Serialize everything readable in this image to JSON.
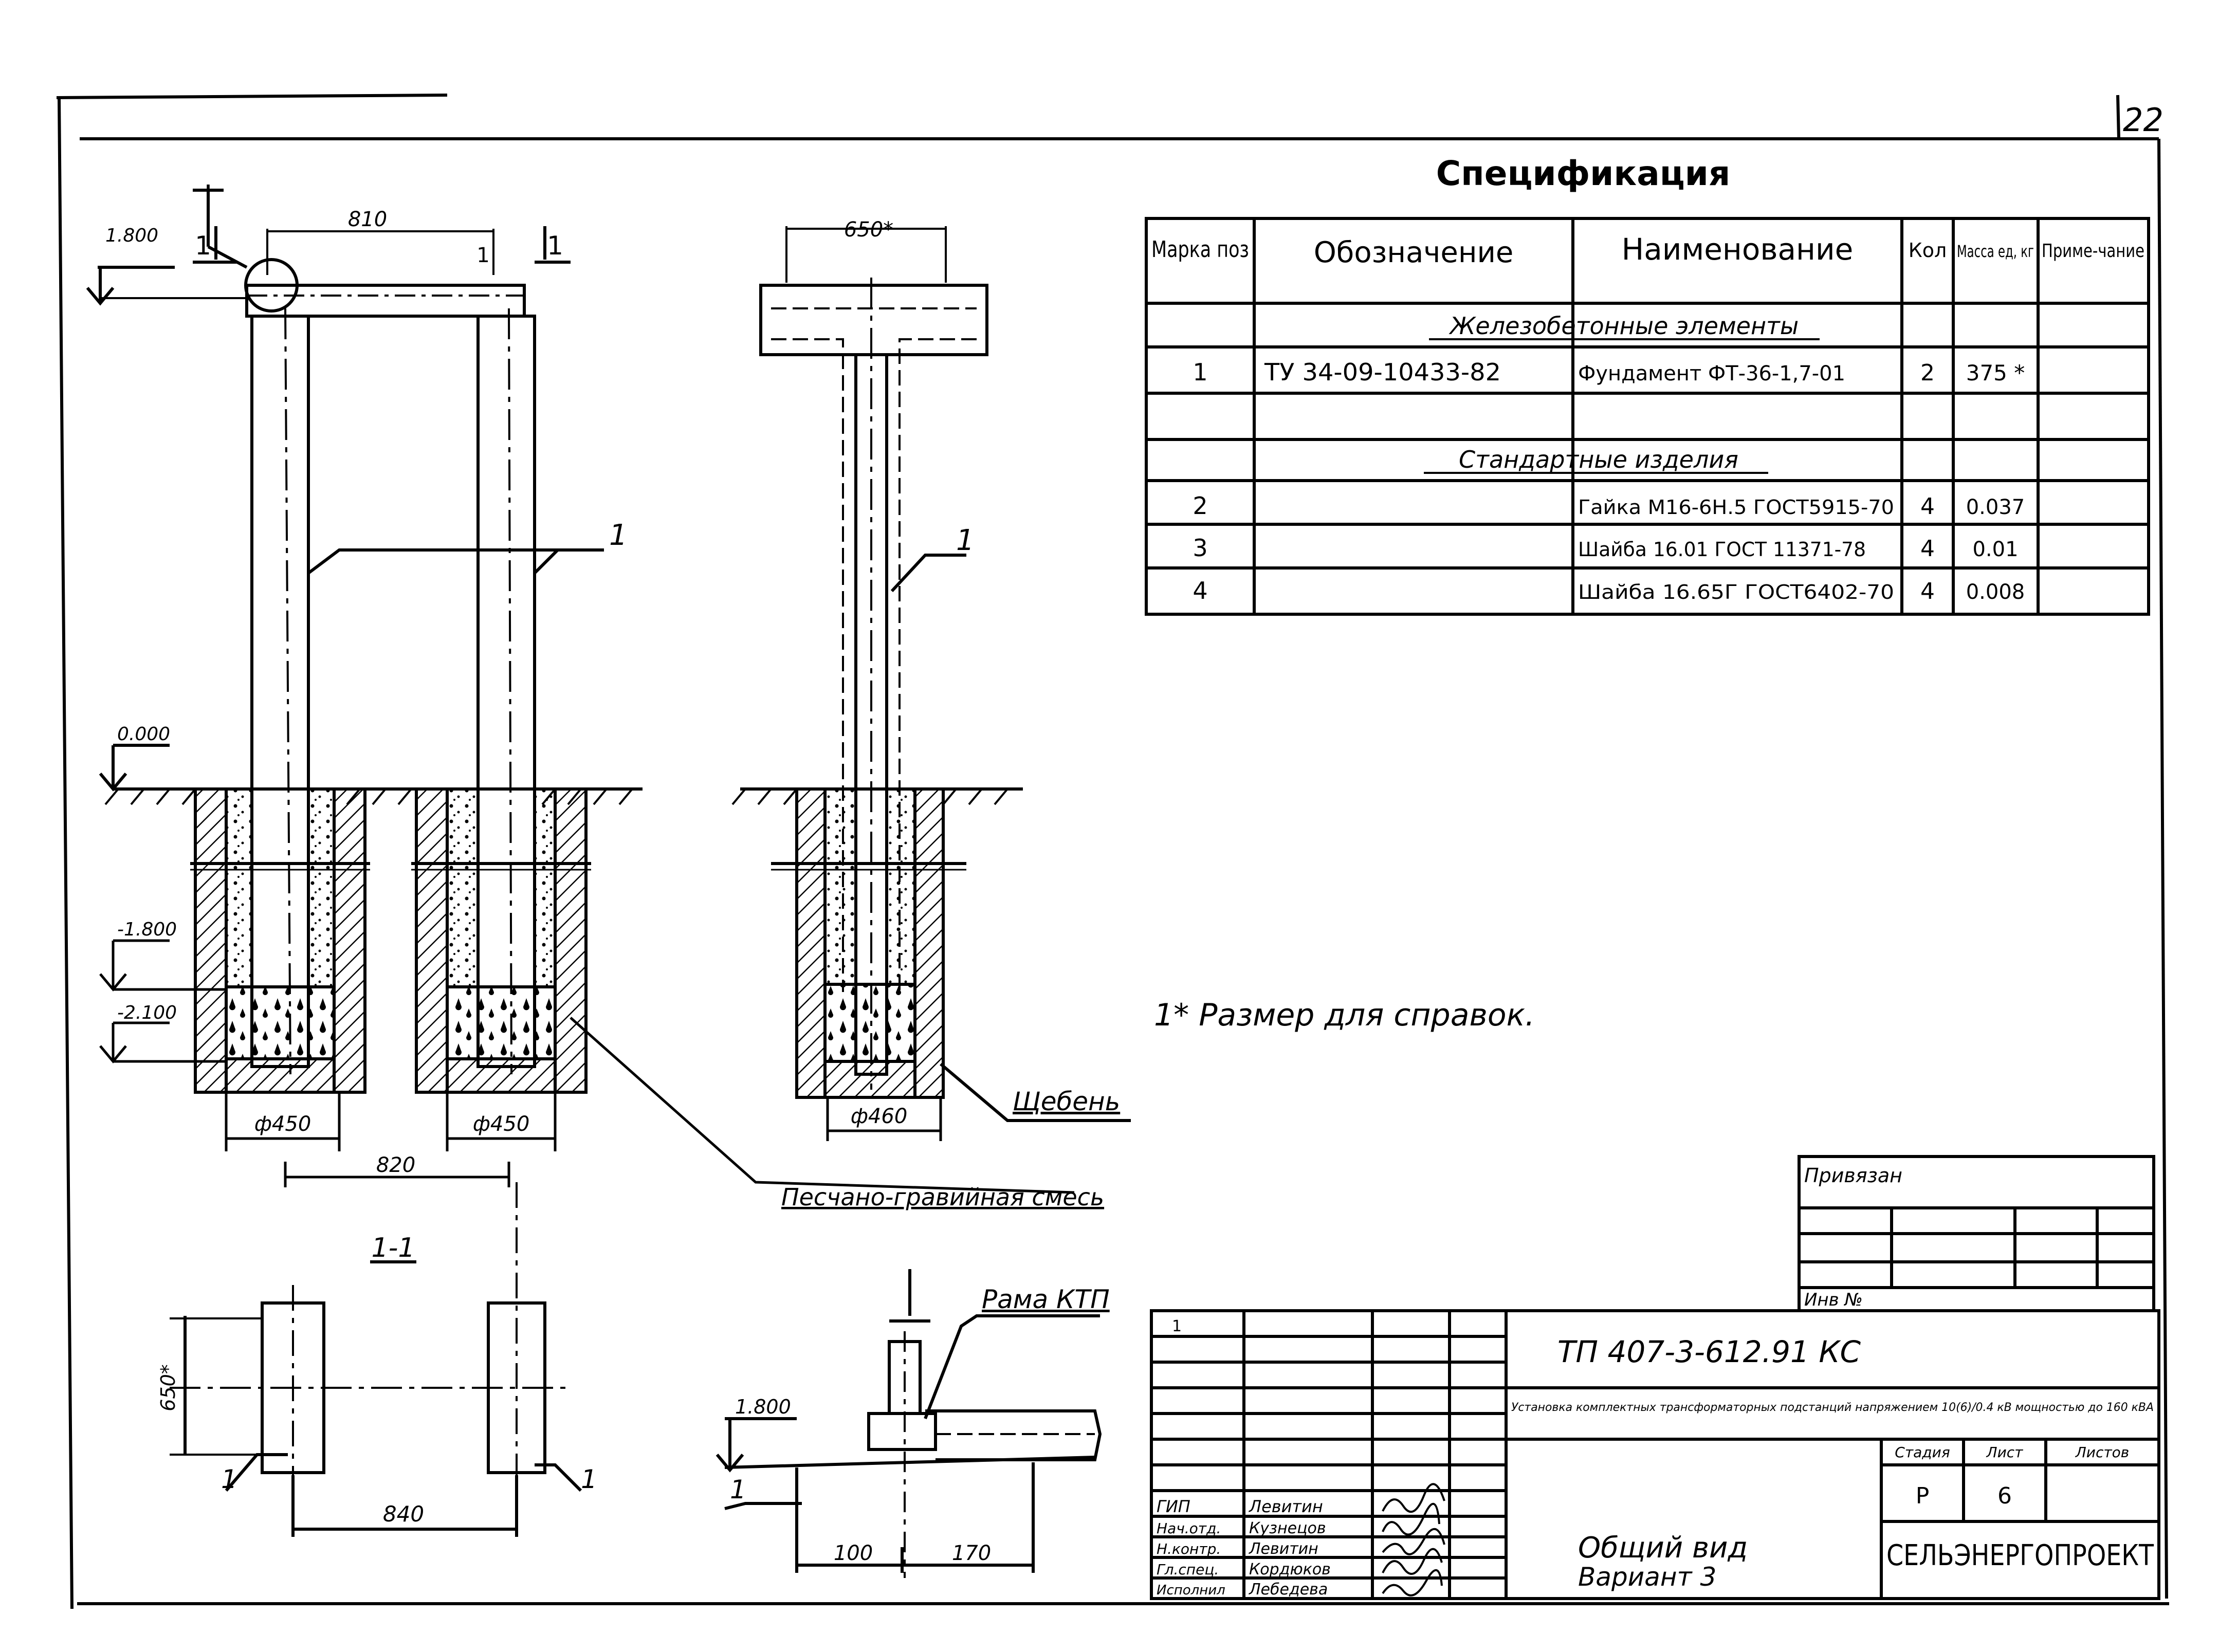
{
  "sheet_number": "22",
  "specification": {
    "title": "Спецификация",
    "headers": [
      "Марка поз",
      "Обозначение",
      "Наименование",
      "Кол",
      "Масса ед, кг",
      "Приме-чание"
    ],
    "section_concrete": "Железобетонные элементы",
    "section_standard": "Стандартные изделия",
    "rows": [
      {
        "pos": "1",
        "designation": "ТУ 34-09-10433-82",
        "name": "Фундамент ФТ-36-1,7-01",
        "qty": "2",
        "mass": "375 *",
        "note": ""
      },
      {
        "pos": "2",
        "designation": "",
        "name": "Гайка М16-6Н.5 ГОСТ5915-70",
        "qty": "4",
        "mass": "0.037",
        "note": ""
      },
      {
        "pos": "3",
        "designation": "",
        "name": "Шайба 16.01 ГОСТ 11371-78",
        "qty": "4",
        "mass": "0.01",
        "note": ""
      },
      {
        "pos": "4",
        "designation": "",
        "name": "Шайба 16.65Г ГОСТ6402-70",
        "qty": "4",
        "mass": "0.008",
        "note": ""
      }
    ]
  },
  "note": "1* Размер для справок.",
  "labels": {
    "gravel": "Щебень",
    "sand_gravel_mix": "Песчано-гравийная смесь",
    "section_mark": "1-1",
    "frame": "Рама КТП",
    "node": "I",
    "cut": "1"
  },
  "dimensions": {
    "top_width": "810",
    "t_top_width": "650*",
    "bottom_spacing": "820",
    "pit_width_left": "ф450",
    "pit_width_right": "ф450",
    "pit_width_t": "ф460",
    "plan_spacing": "840",
    "plan_height": "650*",
    "detail_left": "100",
    "detail_right": "170"
  },
  "elevations": {
    "top": "1.800",
    "ground": "0.000",
    "level_a": "-1.800",
    "level_b": "-2.100",
    "detail": "1.800"
  },
  "title_block": {
    "attached": "Привязан",
    "inv_no": "Инв №",
    "code": "ТП 407-3-612.91 КС",
    "project_desc": "Установка комплектных трансформаторных подстанций напряжением 10(6)/0.4 кВ мощностью до 160 кВА",
    "stage_header": "Стадия",
    "sheet_header": "Лист",
    "sheets_header": "Листов",
    "stage": "Р",
    "sheet": "6",
    "sheet_title": "Общий вид",
    "variant": "Вариант 3",
    "org": "СЕЛЬЭНЕРГОПРОЕКТ",
    "roles": [
      "ГИП",
      "Нач.отд.",
      "Н.контр.",
      "Гл.спец.",
      "Исполнил"
    ],
    "names": [
      "Левитин",
      "Кузнецов",
      "Левитин",
      "Кордюков",
      "Лебедева"
    ]
  },
  "colors": {
    "ink": "#000000",
    "paper": "#ffffff"
  }
}
